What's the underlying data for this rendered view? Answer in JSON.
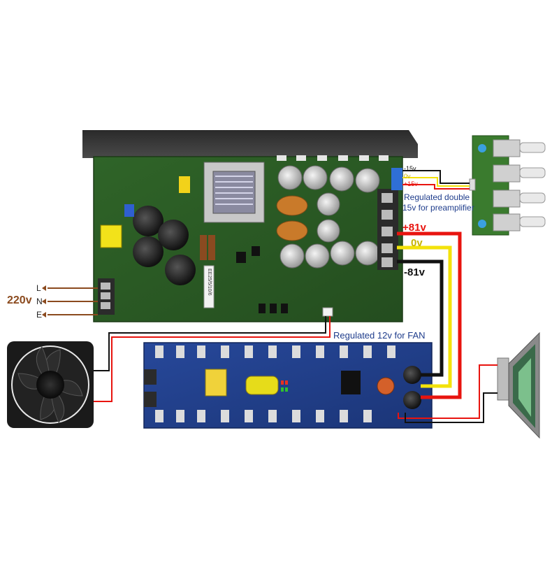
{
  "mains": {
    "voltage": "220v",
    "line": "L",
    "neutral": "N",
    "earth": "E"
  },
  "rails": {
    "positive": "+81v",
    "ground": "0v",
    "negative": "-81v"
  },
  "preamp_rails": {
    "negative": "-15v",
    "ground": "0v",
    "positive": "+15v"
  },
  "notes": {
    "preamp_line1": "Regulated double",
    "preamp_line2": "15v for preamplifier",
    "fan": "Regulated 12v for FAN"
  },
  "board_marks": {
    "transformer_label": "EE25/5/10/6"
  },
  "colors": {
    "wire_red": "#e8140f",
    "wire_yellow": "#f3e20a",
    "wire_black": "#111111",
    "mains_wire": "#8b4a1e",
    "pcb_green": "#2c5a24",
    "amp_blue": "#1f3d8c",
    "text_blue": "#1f3d8c"
  }
}
